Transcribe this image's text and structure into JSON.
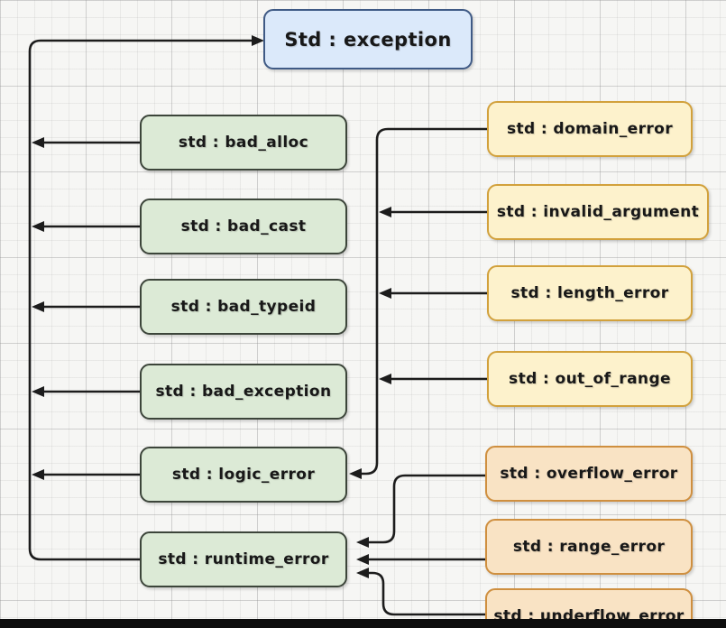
{
  "diagram_type": "class-hierarchy",
  "nodes": {
    "exception": "Std : exception",
    "bad_alloc": "std : bad_alloc",
    "bad_cast": "std : bad_cast",
    "bad_typeid": "std : bad_typeid",
    "bad_exception": "std : bad_exception",
    "logic_error": "std : logic_error",
    "runtime_error": "std : runtime_error",
    "domain_error": "std : domain_error",
    "invalid_argument": "std : invalid_argument",
    "length_error": "std : length_error",
    "out_of_range": "std : out_of_range",
    "overflow_error": "std : overflow_error",
    "range_error": "std : range_error",
    "underflow_error": "std : underflow_error"
  },
  "edges": [
    {
      "from": "bad_alloc",
      "to": "exception"
    },
    {
      "from": "bad_cast",
      "to": "exception"
    },
    {
      "from": "bad_typeid",
      "to": "exception"
    },
    {
      "from": "bad_exception",
      "to": "exception"
    },
    {
      "from": "logic_error",
      "to": "exception"
    },
    {
      "from": "runtime_error",
      "to": "exception"
    },
    {
      "from": "domain_error",
      "to": "logic_error"
    },
    {
      "from": "invalid_argument",
      "to": "logic_error"
    },
    {
      "from": "length_error",
      "to": "logic_error"
    },
    {
      "from": "out_of_range",
      "to": "logic_error"
    },
    {
      "from": "overflow_error",
      "to": "runtime_error"
    },
    {
      "from": "range_error",
      "to": "runtime_error"
    },
    {
      "from": "underflow_error",
      "to": "runtime_error"
    }
  ],
  "palette": {
    "background": "#f6f6f4",
    "grid_minor": "#e6e6e4",
    "grid_major": "#d8d8d6",
    "line": "#1c1c1c",
    "root_fill": "#dbe9fa",
    "root_border": "#3f5a85",
    "green_fill": "#dcead6",
    "green_border": "#3c453a",
    "yellow_fill": "#fdf2cc",
    "yellow_border": "#d2a13c",
    "orange_fill": "#f9e3c4",
    "orange_border": "#cf8f3f",
    "bottom_bar": "#0d0d0d"
  }
}
